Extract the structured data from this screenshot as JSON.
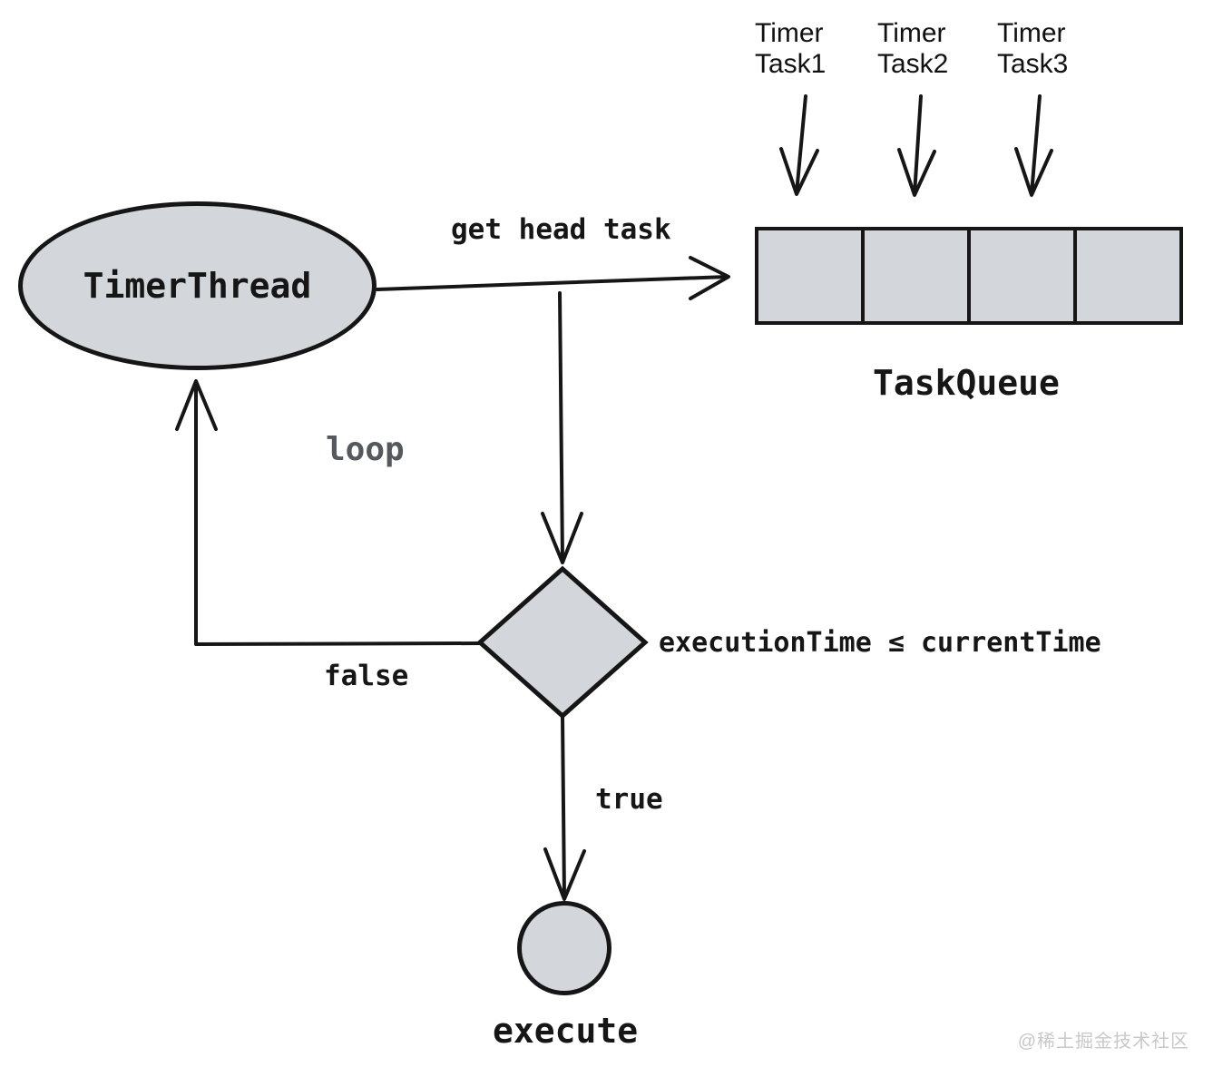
{
  "nodes": {
    "timer_thread": "TimerThread",
    "task_queue": "TaskQueue",
    "execute": "execute"
  },
  "producers": [
    {
      "line1": "Timer",
      "line2": "Task1"
    },
    {
      "line1": "Timer",
      "line2": "Task2"
    },
    {
      "line1": "Timer",
      "line2": "Task3"
    }
  ],
  "edges": {
    "get_head_task": "get head task",
    "loop": "loop",
    "false_branch": "false",
    "true_branch": "true",
    "condition": "executionTime ≤ currentTime"
  },
  "queue": {
    "cell_count": 4
  },
  "colors": {
    "stroke": "#161616",
    "shape_fill": "#d3d7dc",
    "loop_text": "#55595e",
    "watermark_text": "#c8c8c8"
  },
  "watermark": "@稀土掘金技术社区"
}
